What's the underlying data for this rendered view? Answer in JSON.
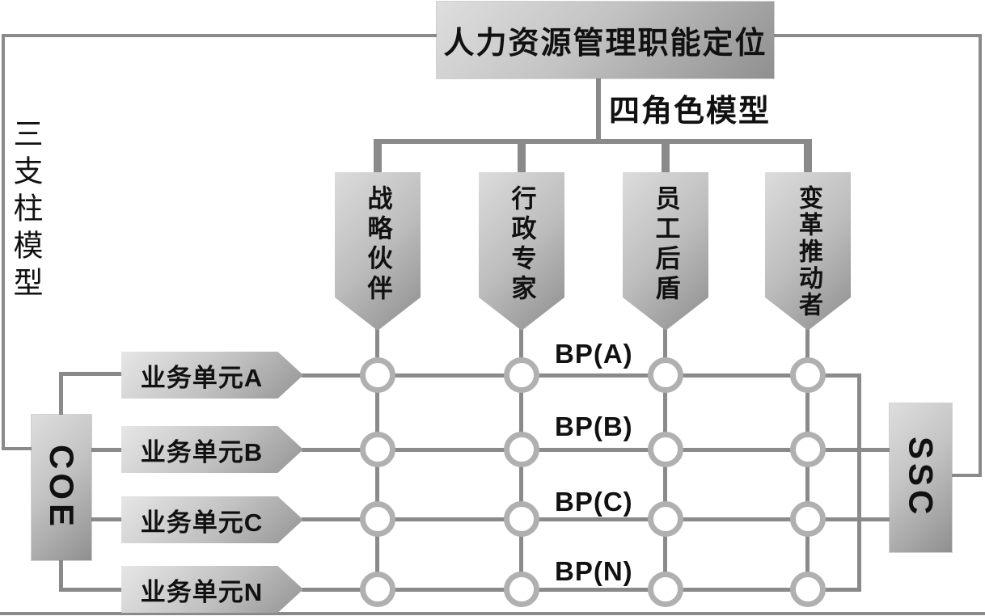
{
  "title": "人力资源管理职能定位",
  "left_model_label": "三支柱模型",
  "role_model_label": "四角色模型",
  "roles": [
    {
      "label": "战略伙伴"
    },
    {
      "label": "行政专家"
    },
    {
      "label": "员工后盾"
    },
    {
      "label": "变革推动者"
    }
  ],
  "pillars": {
    "coe_label": "COE",
    "ssc_label": "SSC"
  },
  "business_units": [
    {
      "label": "业务单元A"
    },
    {
      "label": "业务单元B"
    },
    {
      "label": "业务单元C"
    },
    {
      "label": "业务单元N"
    }
  ],
  "bp_labels": [
    "BP(A)",
    "BP(B)",
    "BP(C)",
    "BP(N)"
  ],
  "colors": {
    "line": "#8a8a8a",
    "ring": "#b0b0b0",
    "ink": "#111111"
  }
}
